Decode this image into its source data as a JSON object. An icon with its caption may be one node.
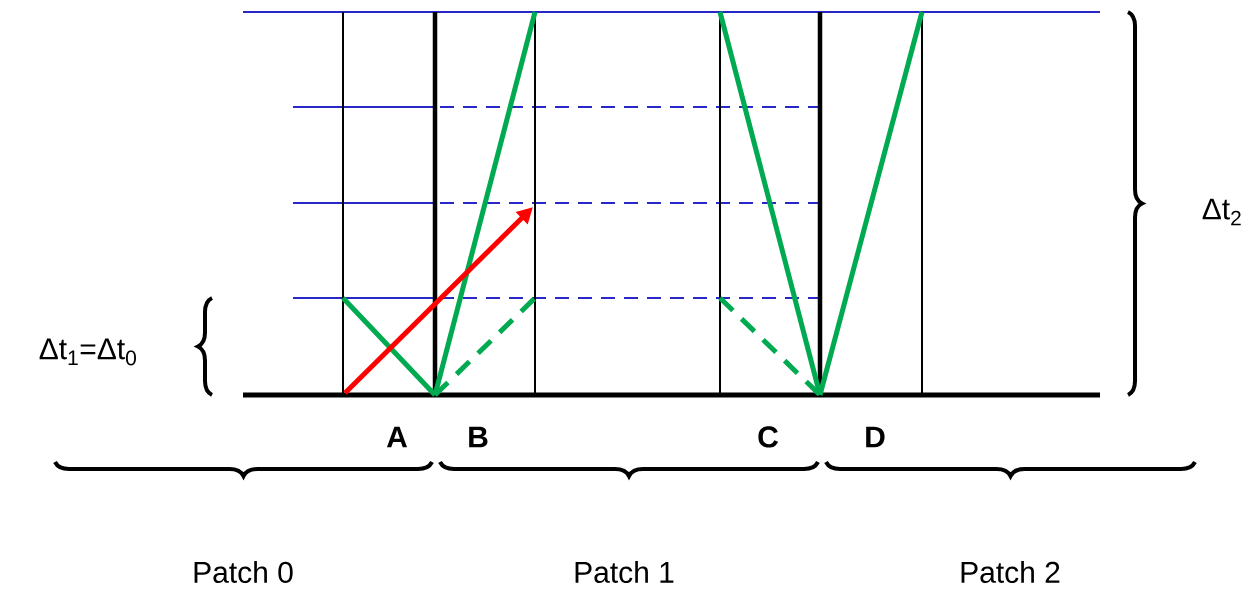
{
  "diagram": {
    "labels": [
      "Δt$_{2}$",
      "Δt$_{1}$=Δt$_{0}$",
      "A",
      "B",
      "C",
      "D",
      "Patch 0",
      "Patch 1",
      "Patch 2"
    ]
  }
}
